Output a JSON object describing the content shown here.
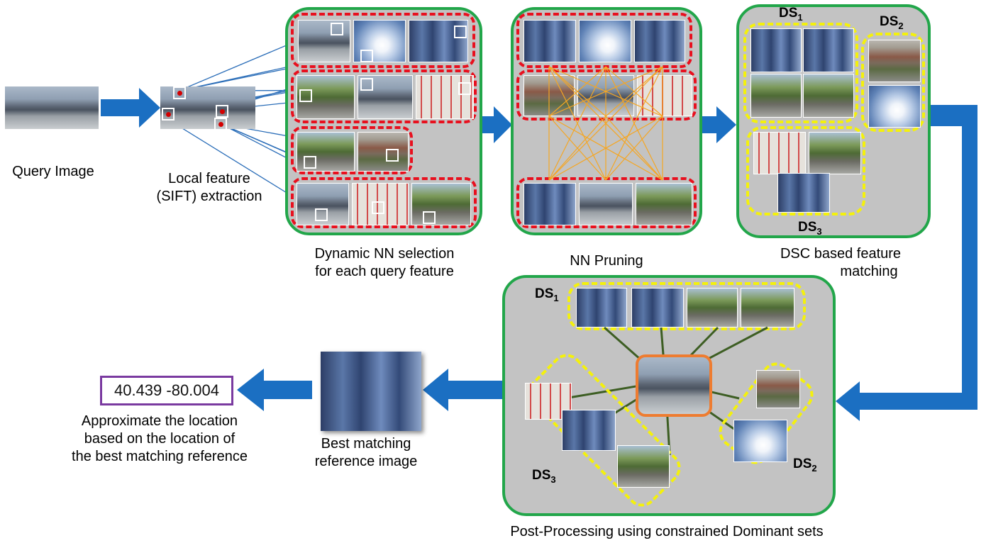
{
  "labels": {
    "query_image": "Query Image",
    "local_feature": [
      "Local feature",
      "(SIFT) extraction"
    ],
    "dynamic_nn": [
      "Dynamic NN selection",
      "for each query feature"
    ],
    "nn_pruning": "NN Pruning",
    "dsc_matching": [
      "DSC based feature",
      "matching"
    ],
    "post_processing": "Post-Processing using constrained Dominant sets",
    "best_matching": [
      "Best matching",
      "reference image"
    ],
    "approximate": [
      "Approximate the location",
      "based on the location of",
      "the best matching reference"
    ],
    "coordinates": "40.439 -80.004"
  },
  "ds": {
    "prefix": "DS",
    "sub1": "1",
    "sub2": "2",
    "sub3": "3"
  },
  "colors": {
    "arrow": "#1b6fc2",
    "panel_border": "#22a64a",
    "panel_fill": "#c3c3c3",
    "red_group": "#e8101e",
    "yellow_group": "#f4f10c",
    "edge_orange": "#f5a623",
    "edge_green": "#3d5e23",
    "query_box": "#ee7c30",
    "coord_box": "#7a3aa0"
  }
}
